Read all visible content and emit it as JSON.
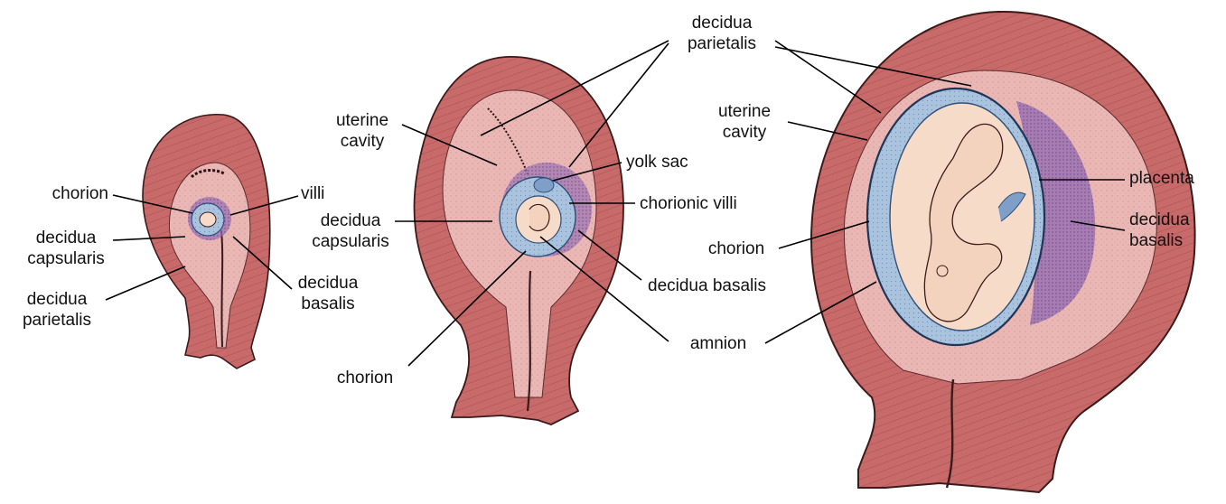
{
  "colors": {
    "muscle": "#c96a6a",
    "muscle_dark": "#a84e4f",
    "muscle_stroke": "#3a1a1a",
    "decidua": "#eab7b5",
    "decidua_light": "#f2cfcc",
    "chorion": "#a9c3df",
    "chorion_dark": "#6f8fb8",
    "villi": "#9b72b3",
    "embryo": "#f6dcc8",
    "leader": "#000000",
    "text": "#111111"
  },
  "figure1": {
    "chorion": "chorion",
    "decidua_capsularis": [
      "decidua",
      "capsularis"
    ],
    "decidua_parietalis": [
      "decidua",
      "parietalis"
    ],
    "villi": "villi",
    "decidua_basalis": [
      "decidua",
      "basalis"
    ]
  },
  "figure2": {
    "uterine_cavity": [
      "uterine",
      "cavity"
    ],
    "decidua_capsularis": [
      "decidua",
      "capsularis"
    ],
    "chorion": "chorion",
    "yolk_sac": "yolk sac",
    "chorionic_villi": "chorionic villi",
    "decidua_basalis": "decidua basalis"
  },
  "shared": {
    "decidua_parietalis": [
      "decidua",
      "parietalis"
    ],
    "amnion": "amnion"
  },
  "figure3": {
    "uterine_cavity": [
      "uterine",
      "cavity"
    ],
    "chorion": "chorion",
    "placenta": "placenta",
    "decidua_basalis": [
      "decidua",
      "basalis"
    ]
  }
}
